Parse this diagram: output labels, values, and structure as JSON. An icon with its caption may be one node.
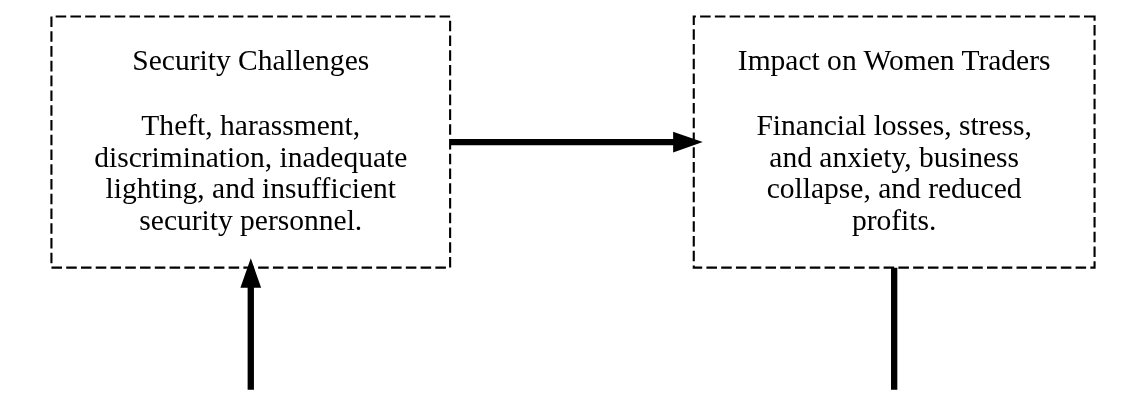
{
  "diagram": {
    "nodes": [
      {
        "text": [
          "Security Challenges",
          "Theft, harassment, discrimination, inadequate lighting, and insufficient security personnel."
        ]
      },
      {
        "text": [
          "Impact on Women Traders",
          "Financial losses, stress, and anxiety, business collapse, and reduced profits."
        ]
      }
    ],
    "edges": [
      {
        "from": 0,
        "to": 1,
        "arrow": "to"
      },
      {
        "from": null,
        "to": 0,
        "arrow": "to"
      },
      {
        "from": 1,
        "to": null,
        "arrow": "none"
      }
    ]
  }
}
